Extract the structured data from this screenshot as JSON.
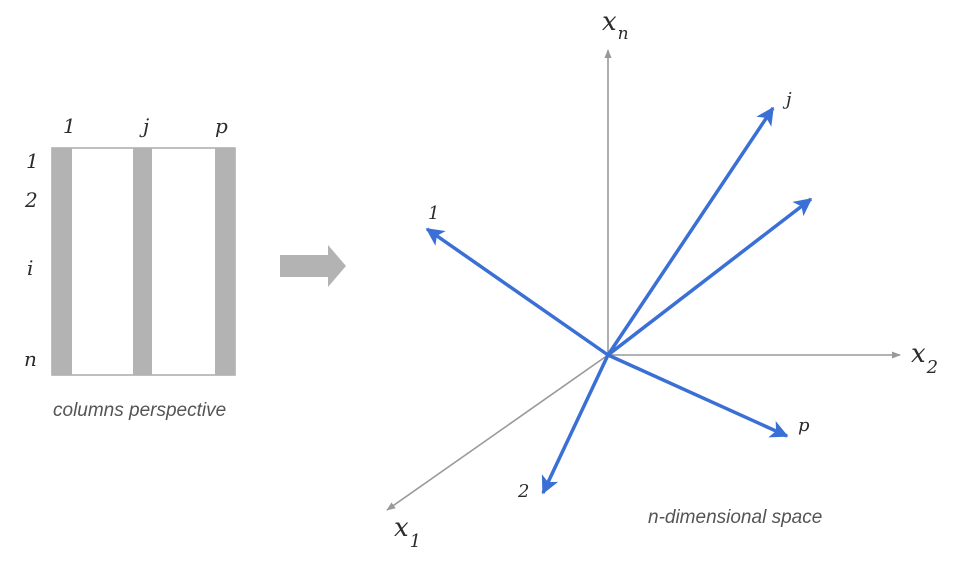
{
  "matrix": {
    "column_labels": [
      "1",
      "j",
      "p"
    ],
    "row_labels": [
      "1",
      "2",
      "i",
      "n"
    ],
    "caption": "columns perspective"
  },
  "space": {
    "axes": {
      "x1": {
        "base": "x",
        "sub": "1"
      },
      "x2": {
        "base": "x",
        "sub": "2"
      },
      "xn": {
        "base": "x",
        "sub": "n"
      }
    },
    "vector_labels": {
      "v1": "1",
      "vj": "j",
      "v2": "2",
      "vp": "p"
    },
    "caption": "n-dimensional space"
  },
  "colors": {
    "column_fill": "#b3b3b3",
    "axis": "#999999",
    "vector": "#3a70d6",
    "arrow_block": "#b3b3b3"
  }
}
